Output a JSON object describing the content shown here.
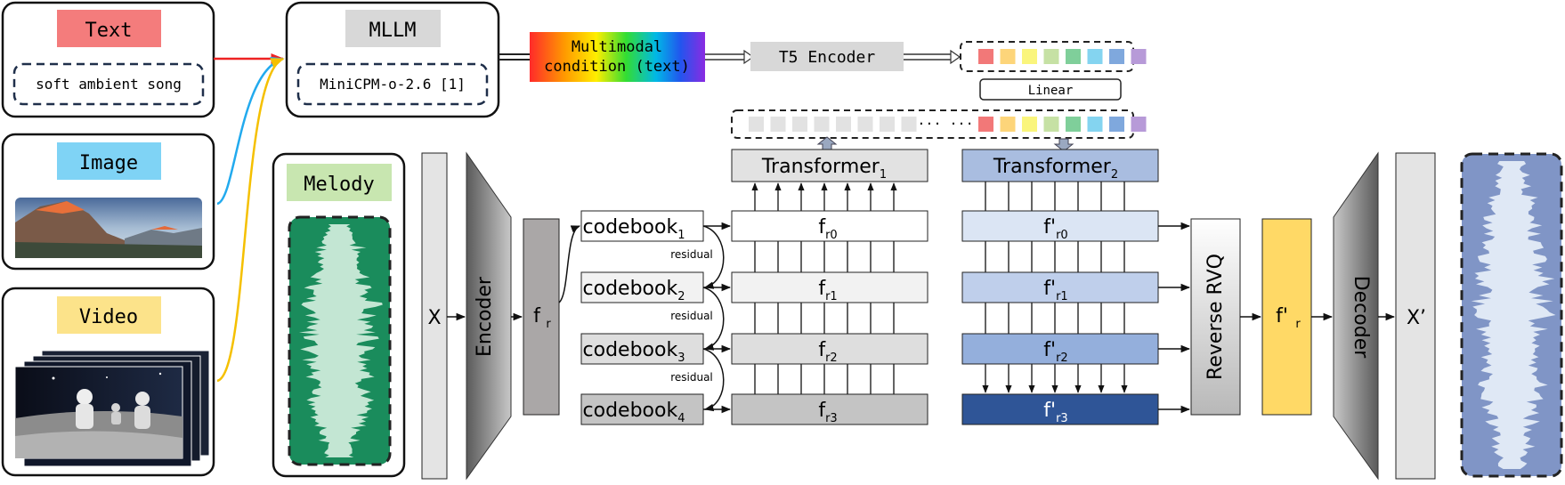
{
  "inputs": {
    "text": {
      "label": "Text",
      "prompt": "soft ambient song"
    },
    "image": {
      "label": "Image"
    },
    "video": {
      "label": "Video"
    },
    "melody": {
      "label": "Melody"
    }
  },
  "mllm": {
    "label": "MLLM",
    "model": "MiniCPM-o-2.6 [1]"
  },
  "condition": {
    "line1": "Multimodal",
    "line2": "condition (text)"
  },
  "t5": {
    "label": "T5 Encoder"
  },
  "linear": {
    "label": "Linear"
  },
  "dots": "··· ···",
  "pipeline": {
    "x": "X",
    "encoder": "Encoder",
    "fr": "f",
    "fr_sub": "r",
    "codebooks": [
      {
        "label": "codebook",
        "sub": "1"
      },
      {
        "label": "codebook",
        "sub": "2"
      },
      {
        "label": "codebook",
        "sub": "3"
      },
      {
        "label": "codebook",
        "sub": "4"
      }
    ],
    "residual": "residual",
    "transformer1": {
      "label": "Transformer",
      "sub": "1"
    },
    "transformer2": {
      "label": "Transformer",
      "sub": "2"
    },
    "fr_rows": [
      {
        "label": "f",
        "sub": "r0"
      },
      {
        "label": "f",
        "sub": "r1"
      },
      {
        "label": "f",
        "sub": "r2"
      },
      {
        "label": "f",
        "sub": "r3"
      }
    ],
    "fpr_rows": [
      {
        "label": "f'",
        "sub": "r0"
      },
      {
        "label": "f'",
        "sub": "r1"
      },
      {
        "label": "f'",
        "sub": "r2"
      },
      {
        "label": "f'",
        "sub": "r3"
      }
    ],
    "reverse_rvq": "Reverse RVQ",
    "fpr": "f'",
    "fpr_sub": "r",
    "decoder": "Decoder",
    "xprime": "X’"
  },
  "colors": {
    "text_label": "#f47c7c",
    "image_label": "#7fd3f5",
    "video_label": "#fce38a",
    "melody_label": "#c8e6b0",
    "mllm_label": "#d8d8d8",
    "t5_label": "#d8d8d8",
    "melody_wave_bg": "#1a8c5c",
    "out_wave_bg": "#8095c6",
    "transformer2": "#a9bde0",
    "fpr_box": "#ffd966",
    "arrow_red": "#ee2222",
    "arrow_blue": "#22aaee",
    "arrow_yellow": "#f5c000",
    "token_colors": [
      "#f27878",
      "#fdd57a",
      "#faf57c",
      "#c6e1a4",
      "#7fcf9a",
      "#84d4f0",
      "#7fa8dd",
      "#b79ad8"
    ],
    "token_grey": "#e2e2e2"
  }
}
